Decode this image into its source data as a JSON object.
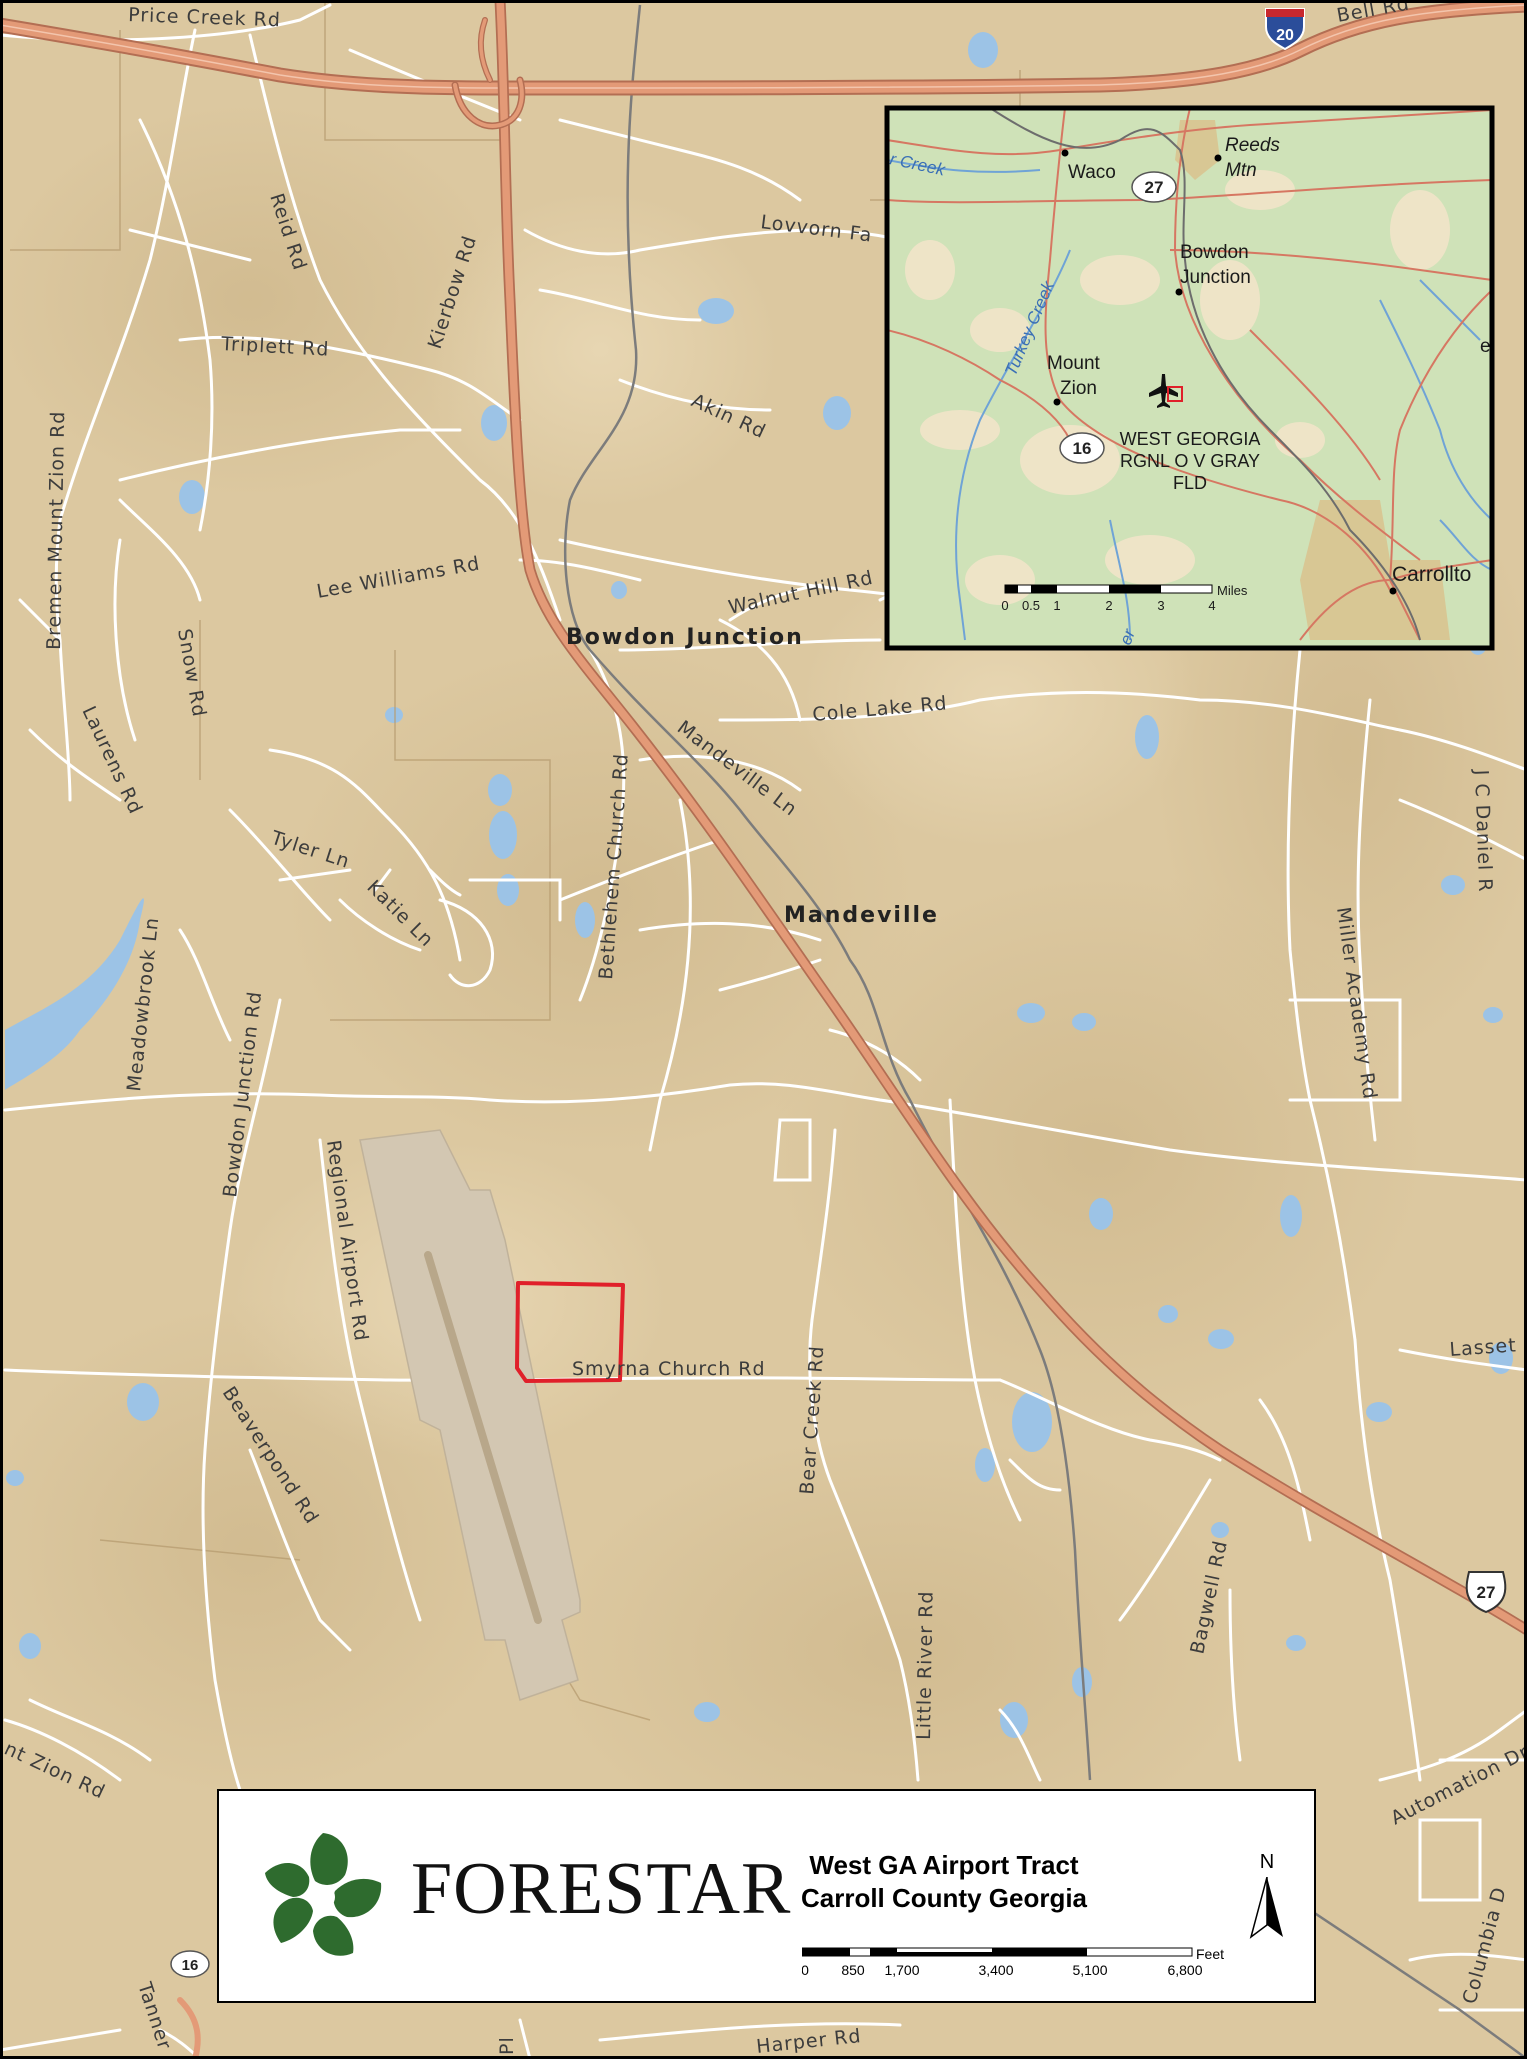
{
  "map": {
    "highways": {
      "interstate": "20",
      "us_route": "27",
      "state_route": "16"
    },
    "roads": [
      "Price Creek Rd",
      "Bell Rd",
      "Reid Rd",
      "Kierbow Rd",
      "Lovvorn Fa",
      "Triplett Rd",
      "Akin Rd",
      "Bremen Mount Zion Rd",
      "Lee Williams Rd",
      "Walnut Hill Rd",
      "Snow Rd",
      "Cole Lake Rd",
      "Laurens Rd",
      "Bethlehem Church Rd",
      "Mandeville Ln",
      "J C Daniel R",
      "Tyler Ln",
      "Katie Ln",
      "Miller Academy Rd",
      "Meadowbrook Ln",
      "Bowdon Junction Rd",
      "Regional Airport Rd",
      "Smyrna Church Rd",
      "Bear Creek Rd",
      "Lasset",
      "Beaverpond Rd",
      "Bagwell Rd",
      "Little River Rd",
      "nt Zion Rd",
      "Automation Dr",
      "Tanner",
      "Pl",
      "Harper Rd",
      "Columbia D"
    ],
    "places": [
      "Bowdon Junction",
      "Mandeville"
    ]
  },
  "inset": {
    "places": [
      "Waco",
      "Reeds",
      "Mtn",
      "Bowdon",
      "Junction",
      "Mount",
      "Zion",
      "Carrollto"
    ],
    "airport": [
      "WEST GEORGIA",
      "RGNL O V GRAY",
      "FLD"
    ],
    "water": [
      "r Creek",
      "Turkey Creek",
      "er"
    ],
    "edge_e": "e",
    "shields": {
      "us": "27",
      "state": "16"
    },
    "scale": {
      "ticks": [
        "0",
        "0.5",
        "1",
        "2",
        "3",
        "4"
      ],
      "unit": "Miles"
    }
  },
  "legend": {
    "brand": "FORESTAR",
    "title_line1": "West GA Airport Tract",
    "title_line2": "Carroll County Georgia",
    "north": "N",
    "scale": {
      "ticks": [
        "0",
        "850",
        "1,700",
        "3,400",
        "5,100",
        "6,800"
      ],
      "unit": "Feet"
    }
  },
  "colors": {
    "land": "#dcc8a0",
    "road": "#ffffff",
    "highway": "#e39a77",
    "water": "#9cc3e6",
    "tract": "#e0202a",
    "inset_land": "#cfe2b8"
  }
}
